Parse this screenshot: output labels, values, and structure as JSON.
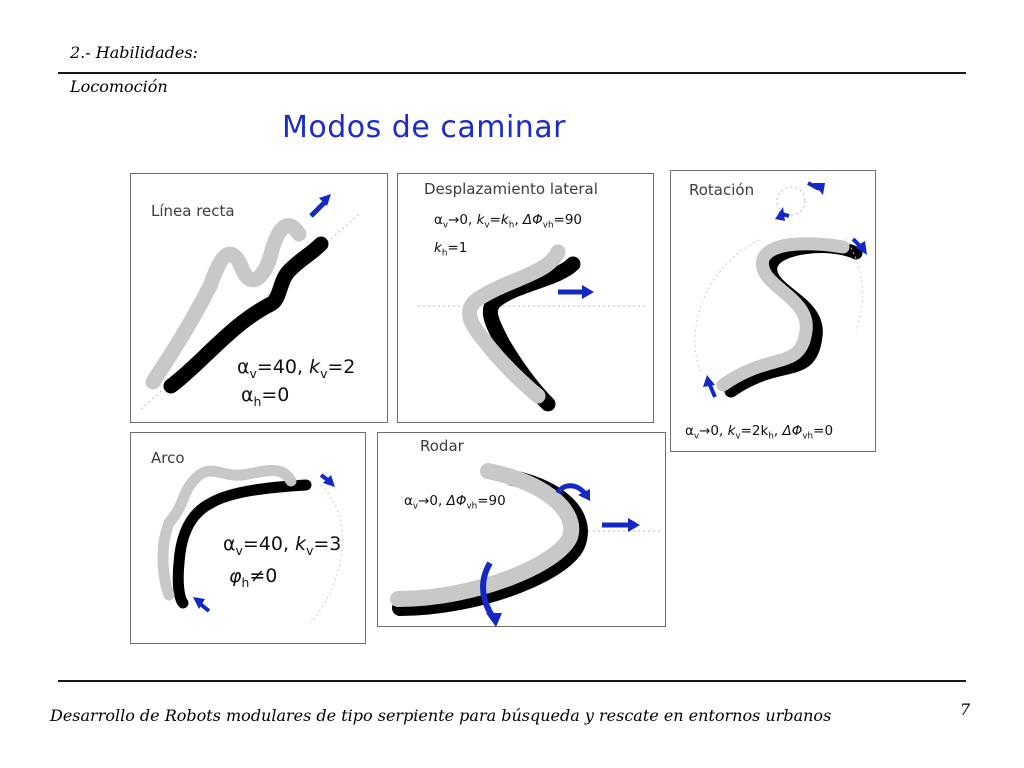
{
  "header": {
    "section_line1": "2.- Habilidades:",
    "section_line2": "Locomoción"
  },
  "slide": {
    "title": "Modos de caminar",
    "page_number": "7"
  },
  "footer": {
    "text": "Desarrollo de Robots modulares de tipo serpiente para búsqueda y rescate en entornos urbanos"
  },
  "panels": {
    "linea_recta": {
      "title": "Línea recta",
      "alpha_v": "40",
      "k_v": "2",
      "alpha_h": "0"
    },
    "desplazamiento_lateral": {
      "title": "Desplazamiento lateral",
      "alpha_v": "0",
      "delta_phi_vh": "90",
      "k_h": "1"
    },
    "rotacion": {
      "title": "Rotación",
      "alpha_v": "0",
      "k_v": "2k",
      "delta_phi_vh": "0"
    },
    "arco": {
      "title": "Arco",
      "alpha_v": "40",
      "k_v": "3",
      "phi_h": "0"
    },
    "rodar": {
      "title": "Rodar",
      "alpha_v": "0",
      "delta_phi_vh": "90"
    }
  },
  "colors": {
    "title": "#1c2ccc",
    "arrow": "#1428c8",
    "snake_body": "#c8c8c8",
    "snake_shadow": "#000000"
  }
}
